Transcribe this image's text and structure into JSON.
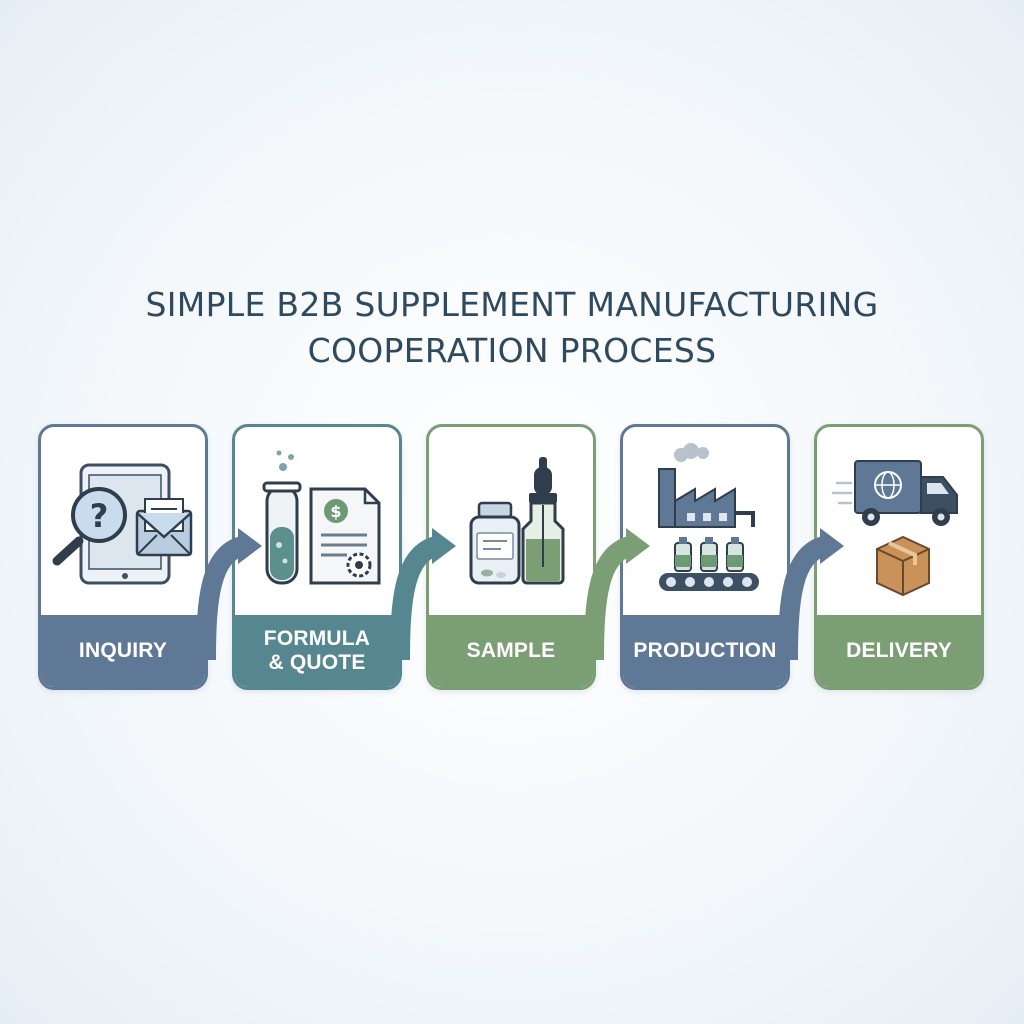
{
  "title": {
    "line1": "SIMPLE B2B SUPPLEMENT MANUFACTURING",
    "line2": "COOPERATION PROCESS"
  },
  "colors": {
    "blue": "#5e7896",
    "teal": "#56868f",
    "green": "#7b9e75",
    "title": "#2f4a5e"
  },
  "steps": [
    {
      "label": "INQUIRY",
      "icon": "tablet-magnifier-envelope-icon",
      "color": "#5e7896"
    },
    {
      "label": "FORMULA\n& QUOTE",
      "icon": "test-tube-invoice-icon",
      "color": "#56868f"
    },
    {
      "label": "SAMPLE",
      "icon": "bottle-dropper-icon",
      "color": "#7b9e75"
    },
    {
      "label": "PRODUCTION",
      "icon": "factory-conveyor-icon",
      "color": "#5e7896"
    },
    {
      "label": "DELIVERY",
      "icon": "truck-box-icon",
      "color": "#7b9e75"
    }
  ]
}
